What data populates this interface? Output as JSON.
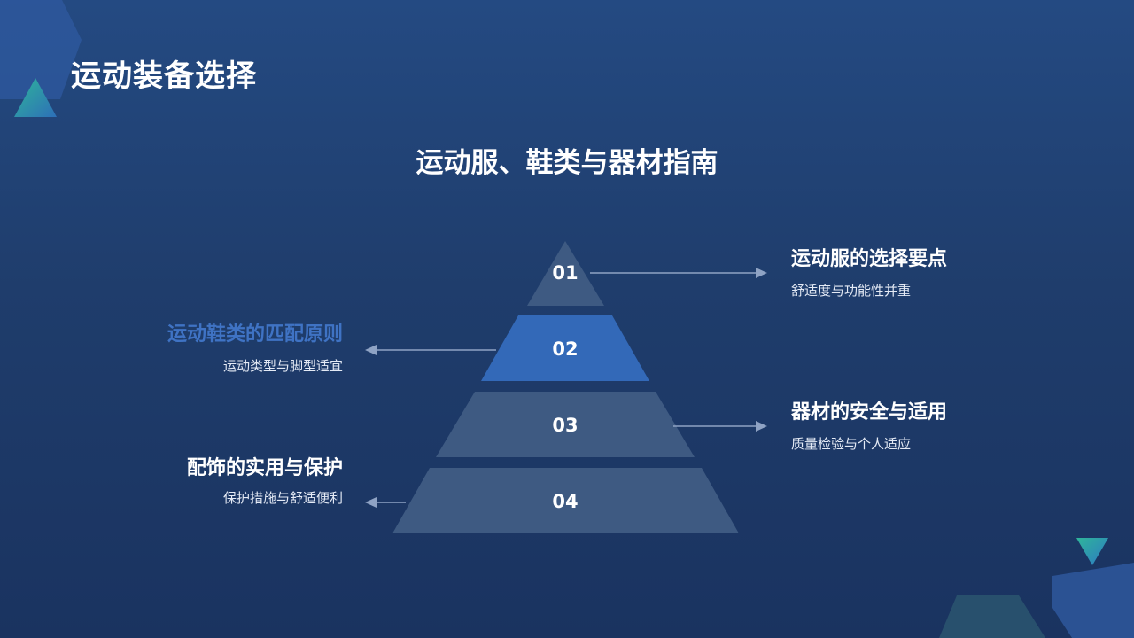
{
  "page": {
    "title": "运动装备选择",
    "subtitle": "运动服、鞋类与器材指南"
  },
  "levels": [
    {
      "number": "01",
      "title": "运动服的选择要点",
      "description": "舒适度与功能性并重",
      "side": "right",
      "color": "#3e5a82",
      "title_color": "#ffffff"
    },
    {
      "number": "02",
      "title": "运动鞋类的匹配原则",
      "description": "运动类型与脚型适宜",
      "side": "left",
      "color": "#3369b8",
      "title_color": "#3f73c4"
    },
    {
      "number": "03",
      "title": "器材的安全与适用",
      "description": "质量检验与个人适应",
      "side": "right",
      "color": "#3e5a82",
      "title_color": "#ffffff"
    },
    {
      "number": "04",
      "title": "配饰的实用与保护",
      "description": "保护措施与舒适便利",
      "side": "left",
      "color": "#3e5a82",
      "title_color": "#ffffff"
    }
  ],
  "colors": {
    "background_top": "#244a82",
    "background_bottom": "#1a3360",
    "accent_blue": "#3369b8",
    "accent_teal": "#2fb59a",
    "arrow": "#8fa3c4"
  }
}
